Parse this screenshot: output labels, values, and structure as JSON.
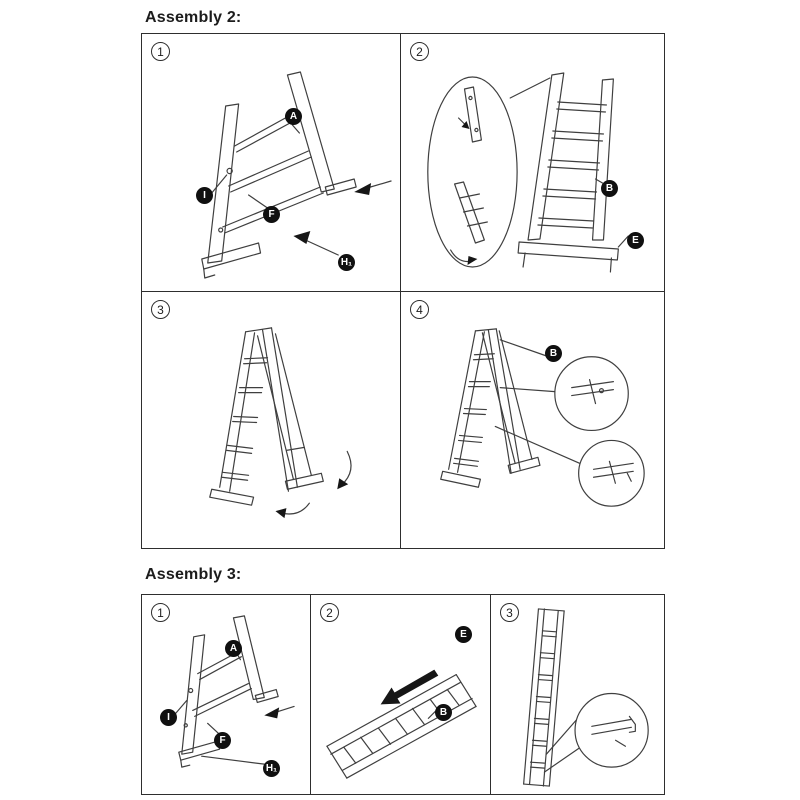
{
  "colors": {
    "line": "#3f3f3f",
    "label_bg": "#101010",
    "label_fg": "#ffffff"
  },
  "sections": [
    {
      "title": "Assembly 2:",
      "panels": [
        {
          "number": "1",
          "labels": {
            "a": "A",
            "i": "I",
            "f": "F",
            "h1": "H₁"
          }
        },
        {
          "number": "2",
          "labels": {
            "b": "B",
            "e": "E"
          }
        },
        {
          "number": "3",
          "labels": {}
        },
        {
          "number": "4",
          "labels": {
            "b": "B"
          }
        }
      ]
    },
    {
      "title": "Assembly 3:",
      "panels": [
        {
          "number": "1",
          "labels": {
            "a": "A",
            "i": "I",
            "f": "F",
            "h1": "H₁"
          }
        },
        {
          "number": "2",
          "labels": {
            "e": "E",
            "b": "B"
          }
        },
        {
          "number": "3",
          "labels": {}
        }
      ]
    }
  ]
}
